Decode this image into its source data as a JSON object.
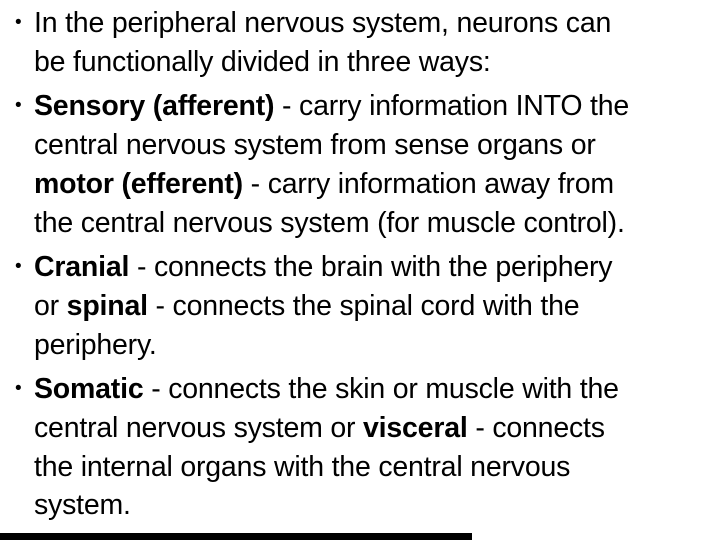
{
  "slide": {
    "background_color": "#ffffff",
    "text_color": "#000000",
    "bullet_char": "•",
    "bottom_bar_color": "#000000",
    "bullets": [
      {
        "lines": [
          [
            {
              "t": "In the peripheral nervous system, neurons can",
              "b": false
            }
          ],
          [
            {
              "t": "be functionally divided in three ways:",
              "b": false
            }
          ]
        ]
      },
      {
        "lines": [
          [
            {
              "t": "Sensory (afferent)",
              "b": true
            },
            {
              "t": " - carry information INTO the",
              "b": false
            }
          ],
          [
            {
              "t": "central nervous system from sense organs or",
              "b": false
            }
          ],
          [
            {
              "t": "motor (efferent)",
              "b": true
            },
            {
              "t": " - carry information away from",
              "b": false
            }
          ],
          [
            {
              "t": "the central nervous system (for muscle control).",
              "b": false
            }
          ]
        ]
      },
      {
        "lines": [
          [
            {
              "t": "Cranial",
              "b": true
            },
            {
              "t": " - connects the brain with the periphery",
              "b": false
            }
          ],
          [
            {
              "t": "or ",
              "b": false
            },
            {
              "t": "spinal",
              "b": true
            },
            {
              "t": " - connects the spinal cord with the",
              "b": false
            }
          ],
          [
            {
              "t": "periphery.",
              "b": false
            }
          ]
        ]
      },
      {
        "lines": [
          [
            {
              "t": "Somatic",
              "b": true
            },
            {
              "t": " - connects the skin or muscle with the",
              "b": false
            }
          ],
          [
            {
              "t": "central nervous system or ",
              "b": false
            },
            {
              "t": "visceral",
              "b": true
            },
            {
              "t": " - connects",
              "b": false
            }
          ],
          [
            {
              "t": "the internal organs with the central nervous",
              "b": false
            }
          ],
          [
            {
              "t": "system.",
              "b": false
            }
          ]
        ]
      }
    ]
  }
}
